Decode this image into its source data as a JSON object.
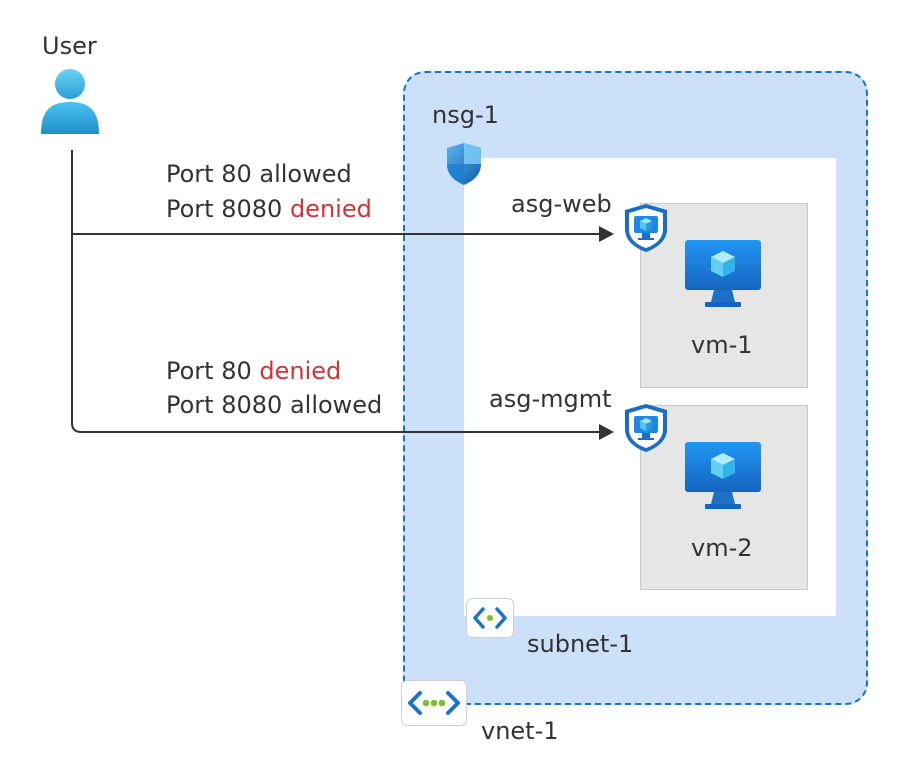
{
  "user": {
    "label": "User",
    "icon": "user-icon"
  },
  "rules": {
    "web": {
      "line1_prefix": "Port 80",
      "line1_status": "allowed",
      "line2_prefix": "Port 8080",
      "line2_status": "denied"
    },
    "mgmt": {
      "line1_prefix": "Port 80",
      "line1_status": "denied",
      "line2_prefix": "Port 8080",
      "line2_status": "allowed"
    }
  },
  "nsg": {
    "label": "nsg-1",
    "icon": "shield-icon"
  },
  "asg_web": {
    "label": "asg-web",
    "icon": "application-security-group-icon"
  },
  "asg_mgmt": {
    "label": "asg-mgmt",
    "icon": "application-security-group-icon"
  },
  "vm1": {
    "label": "vm-1",
    "icon": "virtual-machine-icon"
  },
  "vm2": {
    "label": "vm-2",
    "icon": "virtual-machine-icon"
  },
  "subnet": {
    "label": "subnet-1",
    "icon": "subnet-icon"
  },
  "vnet": {
    "label": "vnet-1",
    "icon": "virtual-network-icon"
  },
  "colors": {
    "vnet_fill": "#cce0fa",
    "vnet_border": "#1a73c8",
    "denied": "#d13438",
    "text": "#333333",
    "vm_box": "#e6e6e6",
    "arrow": "#333333"
  }
}
